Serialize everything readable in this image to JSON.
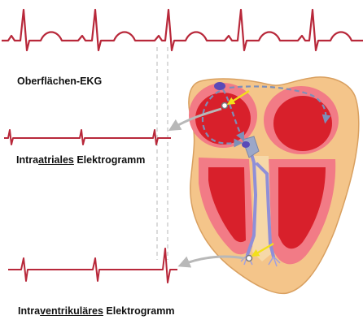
{
  "labels": {
    "surface_ecg": "Oberflächen-EKG",
    "intraatrial": {
      "pre": "Intra",
      "underline": "atriales",
      "post": " Elektrogramm"
    },
    "intraventricular": {
      "pre": "Intra",
      "underline": "ventrikuläres",
      "post": " Elektrogramm"
    }
  },
  "colors": {
    "trace": "#b8283a",
    "heart_outer": "#f4c58a",
    "heart_outline": "#d9a060",
    "chamber_wall": "#f27b86",
    "chamber_cavity": "#d8202b",
    "conduction_path": "#8f8fd8",
    "pointer_arrow": "#f2e01a",
    "reference_line": "#c8c8c8"
  },
  "icons": [
    "sa-node-icon",
    "av-node-icon",
    "electrode-icon"
  ]
}
